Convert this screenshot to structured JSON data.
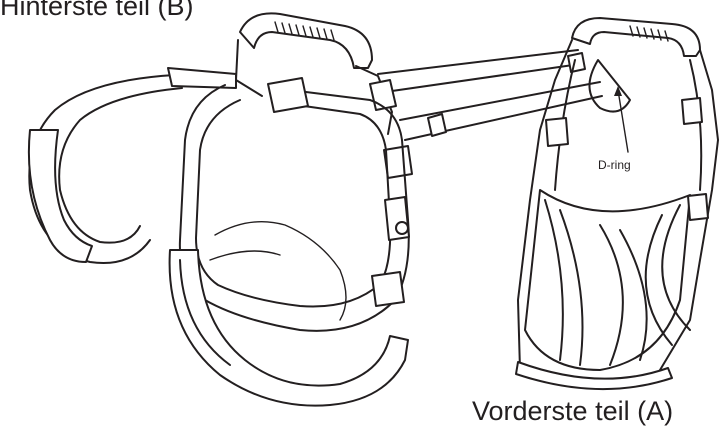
{
  "labels": {
    "rear": "Hinterste teil (B)",
    "front": "Vorderste teil (A)",
    "dring": "D-ring"
  }
}
